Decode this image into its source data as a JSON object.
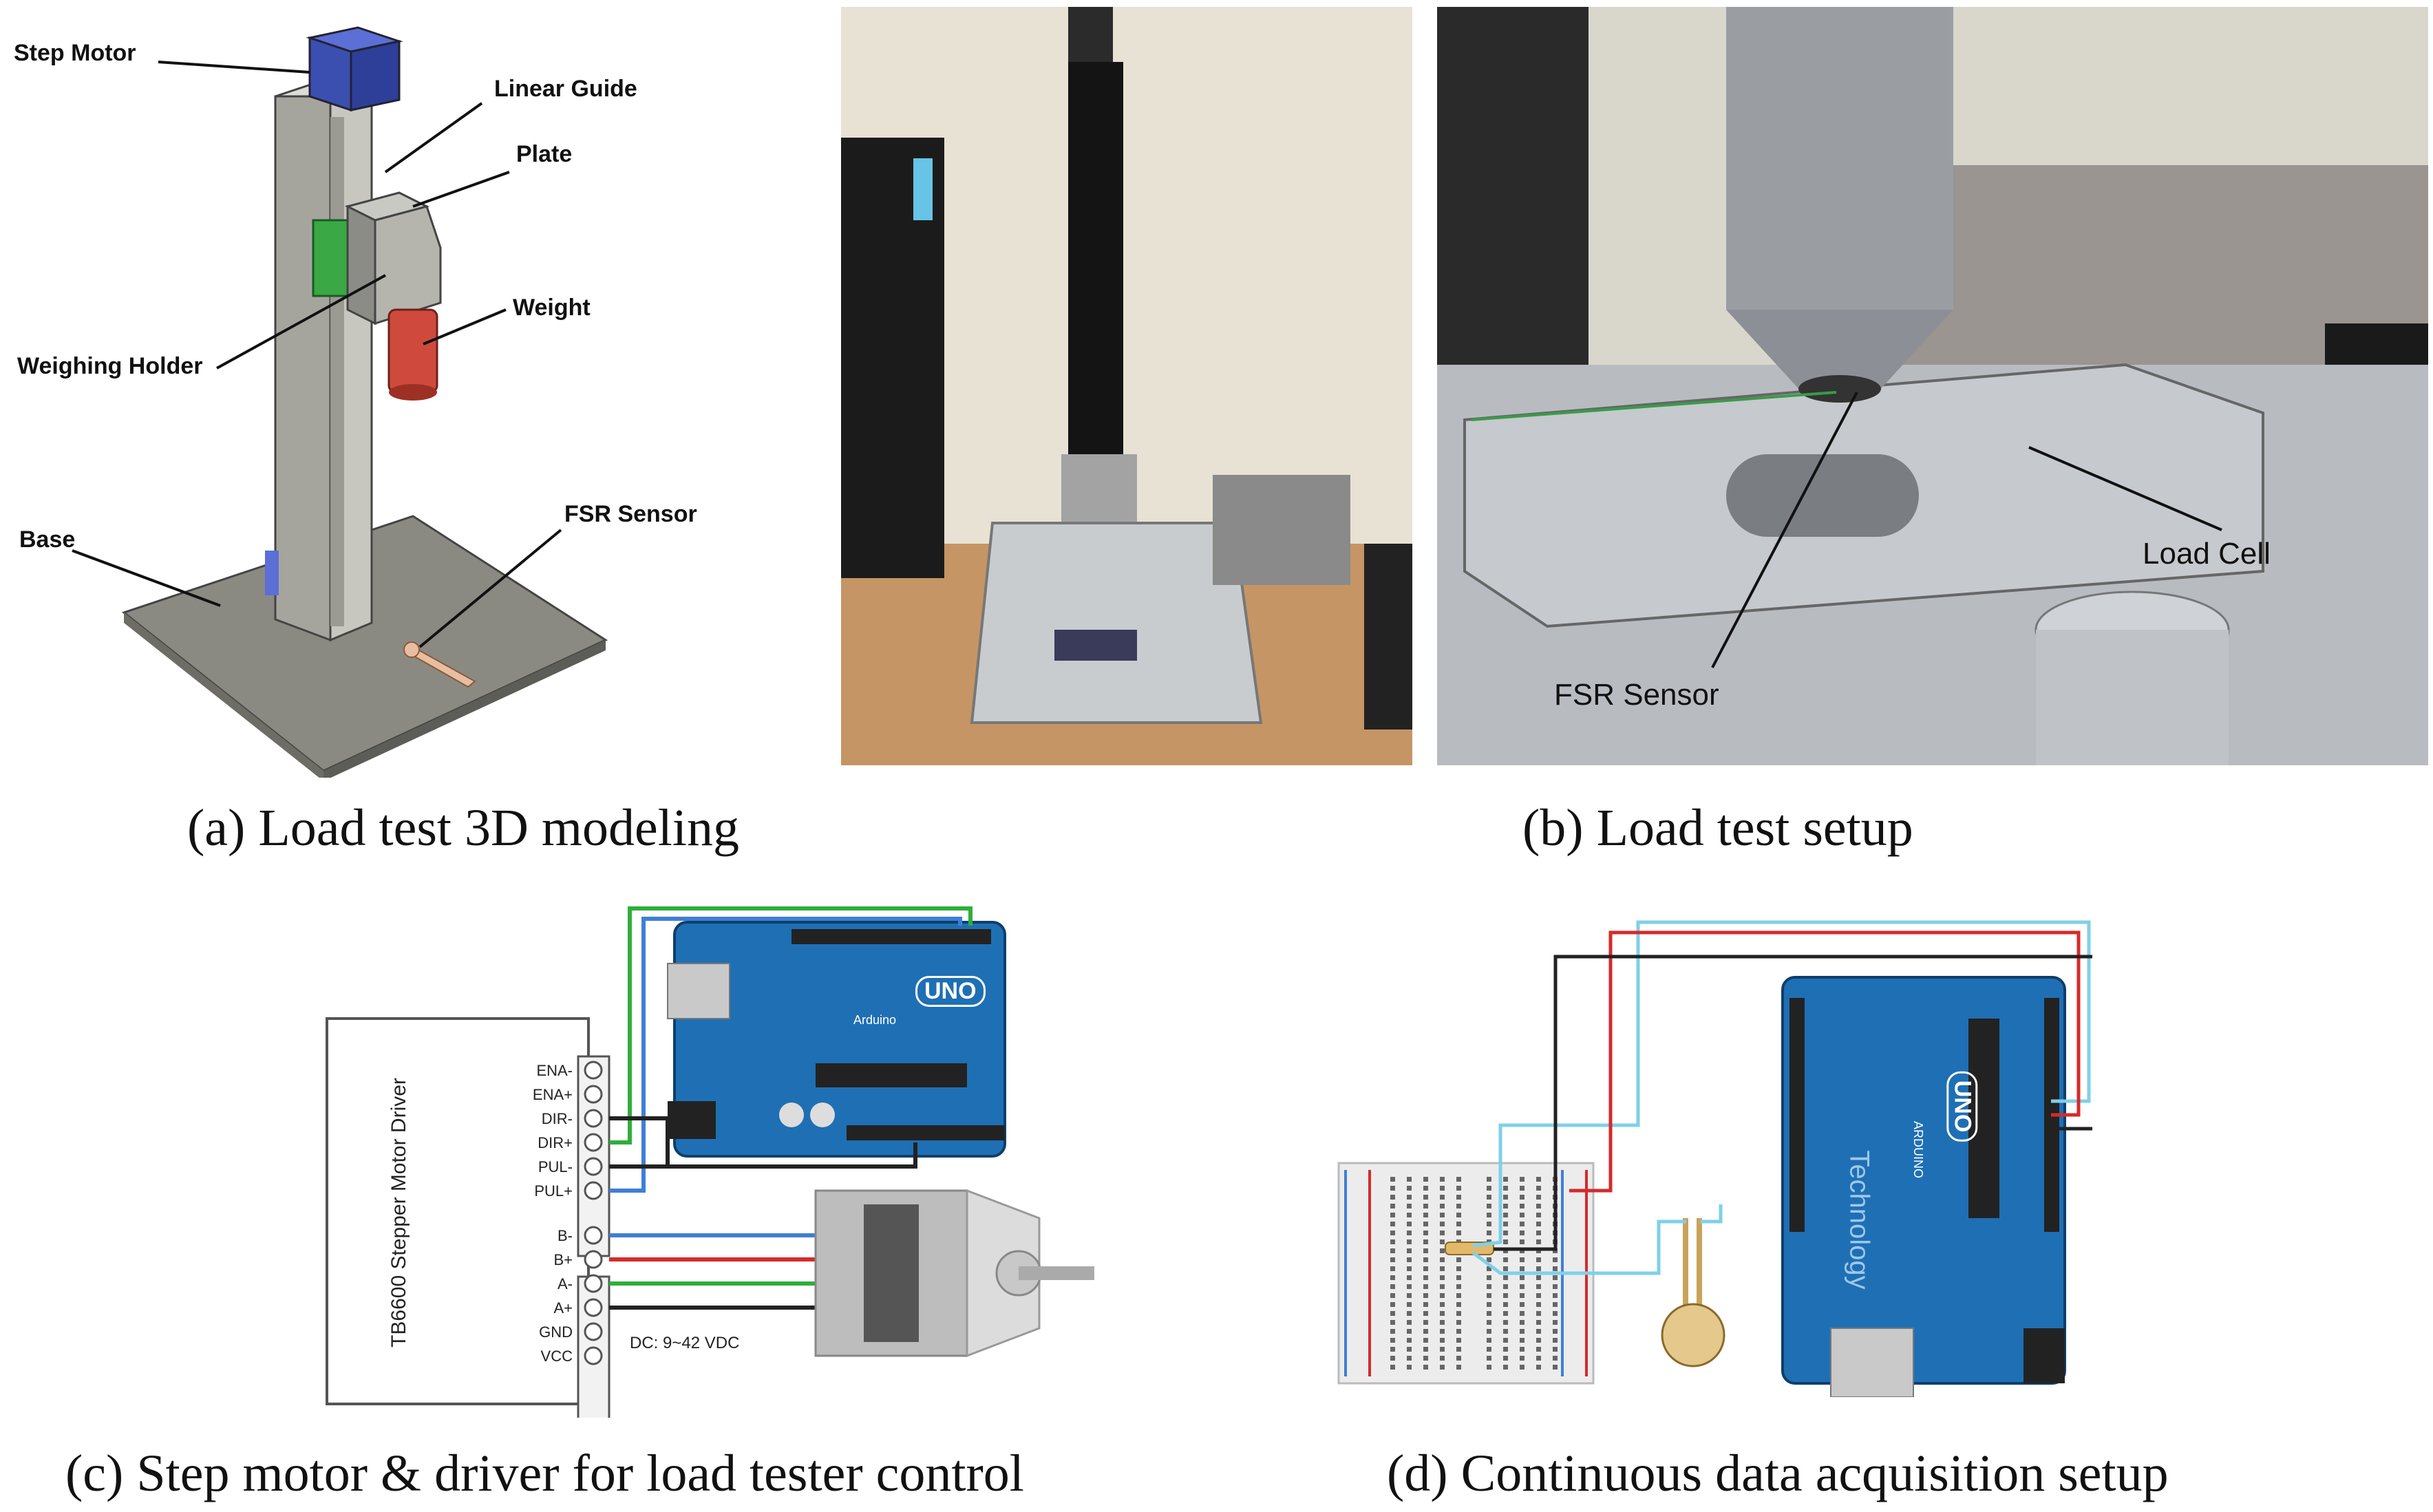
{
  "panel_a": {
    "caption": "(a) Load test 3D modeling",
    "labels": {
      "step_motor": "Step Motor",
      "linear_guide": "Linear Guide",
      "plate": "Plate",
      "weight": "Weight",
      "weighing_holder": "Weighing Holder",
      "base": "Base",
      "fsr_sensor": "FSR Sensor"
    }
  },
  "panel_b": {
    "caption": "(b) Load test setup",
    "labels": {
      "load_cell": "Load Cell",
      "fsr_sensor": "FSR Sensor"
    }
  },
  "panel_c": {
    "caption": "(c) Step motor & driver for load tester control",
    "driver_title": "TB6600 Stepper Motor Driver",
    "pins_top": [
      "ENA-",
      "ENA+",
      "DIR-",
      "DIR+",
      "PUL-",
      "PUL+"
    ],
    "pins_bottom": [
      "B-",
      "B+",
      "A-",
      "A+",
      "GND",
      "VCC"
    ],
    "power_note": "DC: 9~42 VDC",
    "board_label": "UNO",
    "board_sub": "Arduino"
  },
  "panel_d": {
    "caption": "(d) Continuous data acquisition setup",
    "board_label": "UNO",
    "board_sub": "ARDUINO",
    "board_brand": "Technology"
  },
  "colors": {
    "arduino_blue": "#1f6fb4",
    "wire_green": "#2fae3d",
    "wire_blue": "#3f7fd6",
    "wire_red": "#d62a2a",
    "wire_black": "#222222",
    "wire_cyan": "#7fd0e8"
  }
}
